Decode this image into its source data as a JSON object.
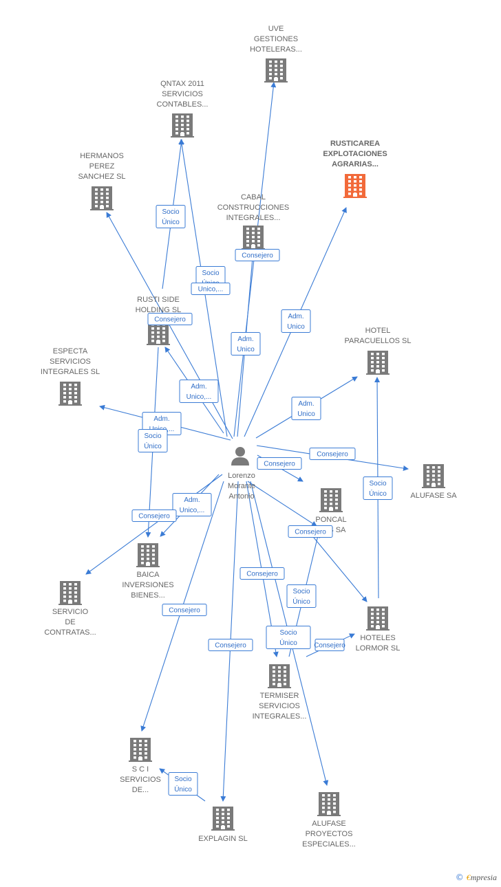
{
  "colors": {
    "edge": "#3a7bd5",
    "building": "#7a7a7a",
    "highlight": "#f26a3a",
    "person": "#7a7a7a"
  },
  "center": {
    "lines": [
      "Lorenzo",
      "Morante",
      "Antonio"
    ],
    "icon": "person-icon"
  },
  "nodes": [
    {
      "id": "uve",
      "lines": [
        "UVE",
        "GESTIONES",
        "HOTELERAS..."
      ]
    },
    {
      "id": "qntax",
      "lines": [
        "QNTAX 2011",
        "SERVICIOS",
        "CONTABLES..."
      ]
    },
    {
      "id": "rusticarea",
      "lines": [
        "RUSTICAREA",
        "EXPLOTACIONES",
        "AGRARIAS..."
      ],
      "highlight": true
    },
    {
      "id": "hermanos",
      "lines": [
        "HERMANOS",
        "PEREZ",
        "SANCHEZ SL"
      ]
    },
    {
      "id": "cabal",
      "lines": [
        "CABAL",
        "CONSTRUCCIONES",
        "INTEGRALES..."
      ]
    },
    {
      "id": "rusti",
      "lines": [
        "RUSTI SIDE",
        "HOLDING  SL"
      ]
    },
    {
      "id": "especta",
      "lines": [
        "ESPECTA",
        "SERVICIOS",
        "INTEGRALES SL"
      ]
    },
    {
      "id": "paracuellos",
      "lines": [
        "HOTEL",
        "PARACUELLOS SL"
      ]
    },
    {
      "id": "alufase",
      "lines": [
        "ALUFASE SA"
      ]
    },
    {
      "id": "poncal",
      "lines": [
        "PONCAL",
        "...OS SA"
      ]
    },
    {
      "id": "baica",
      "lines": [
        "BAICA",
        "INVERSIONES",
        "BIENES..."
      ]
    },
    {
      "id": "contratas",
      "lines": [
        "SERVICIO",
        "DE",
        "CONTRATAS..."
      ]
    },
    {
      "id": "lormor",
      "lines": [
        "HOTELES",
        "LORMOR SL"
      ]
    },
    {
      "id": "termiser",
      "lines": [
        "TERMISER",
        "SERVICIOS",
        "INTEGRALES..."
      ]
    },
    {
      "id": "sci",
      "lines": [
        "S C I",
        "SERVICIOS",
        "DE..."
      ]
    },
    {
      "id": "explagin",
      "lines": [
        "EXPLAGIN  SL"
      ]
    },
    {
      "id": "alufase_proy",
      "lines": [
        "ALUFASE",
        "PROYECTOS",
        "ESPECIALES..."
      ]
    }
  ],
  "edge_labels": [
    {
      "lines": [
        "Socio",
        "Único"
      ]
    },
    {
      "lines": [
        "Socio",
        "Único"
      ]
    },
    {
      "lines": [
        "Unico,..."
      ]
    },
    {
      "lines": [
        "Consejero"
      ]
    },
    {
      "lines": [
        "Consejero"
      ]
    },
    {
      "lines": [
        "Adm.",
        "Unico"
      ]
    },
    {
      "lines": [
        "Adm.",
        "Unico"
      ]
    },
    {
      "lines": [
        "Adm.",
        "Unico,..."
      ]
    },
    {
      "lines": [
        "Adm.",
        "Unico"
      ]
    },
    {
      "lines": [
        "Adm.",
        "Unico,..."
      ]
    },
    {
      "lines": [
        "Socio",
        "Único"
      ]
    },
    {
      "lines": [
        "Consejero"
      ]
    },
    {
      "lines": [
        "Consejero"
      ]
    },
    {
      "lines": [
        "Socio",
        "Único"
      ]
    },
    {
      "lines": [
        "Adm.",
        "Unico,..."
      ]
    },
    {
      "lines": [
        "Consejero"
      ]
    },
    {
      "lines": [
        "Consejero"
      ]
    },
    {
      "lines": [
        "Consejero"
      ]
    },
    {
      "lines": [
        "Socio",
        "Único"
      ]
    },
    {
      "lines": [
        "Consejero"
      ]
    },
    {
      "lines": [
        "Consejero"
      ]
    },
    {
      "lines": [
        "Socio",
        "Único"
      ]
    },
    {
      "lines": [
        "Consejero"
      ]
    },
    {
      "lines": [
        "Socio",
        "Único"
      ]
    }
  ],
  "footer": {
    "copyright": "©",
    "brand_e": "€",
    "brand_rest": "mpresia"
  }
}
